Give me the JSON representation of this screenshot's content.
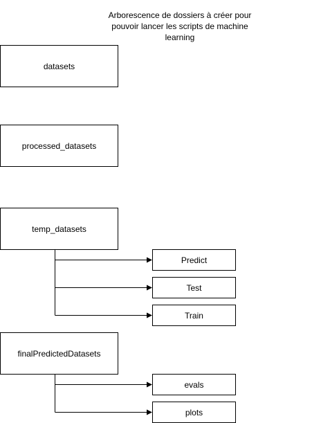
{
  "diagram": {
    "title": "Arborescence de dossiers à créer pour pouvoir lancer les scripts de machine learning",
    "folders": [
      {
        "label": "datasets",
        "children": []
      },
      {
        "label": "processed_datasets",
        "children": []
      },
      {
        "label": "temp_datasets",
        "children": [
          "Predict",
          "Test",
          "Train"
        ]
      },
      {
        "label": "finalPredictedDatasets",
        "children": [
          "evals",
          "plots"
        ]
      }
    ],
    "colors": {
      "stroke": "#000000",
      "fill": "#ffffff",
      "text": "#000000"
    }
  }
}
